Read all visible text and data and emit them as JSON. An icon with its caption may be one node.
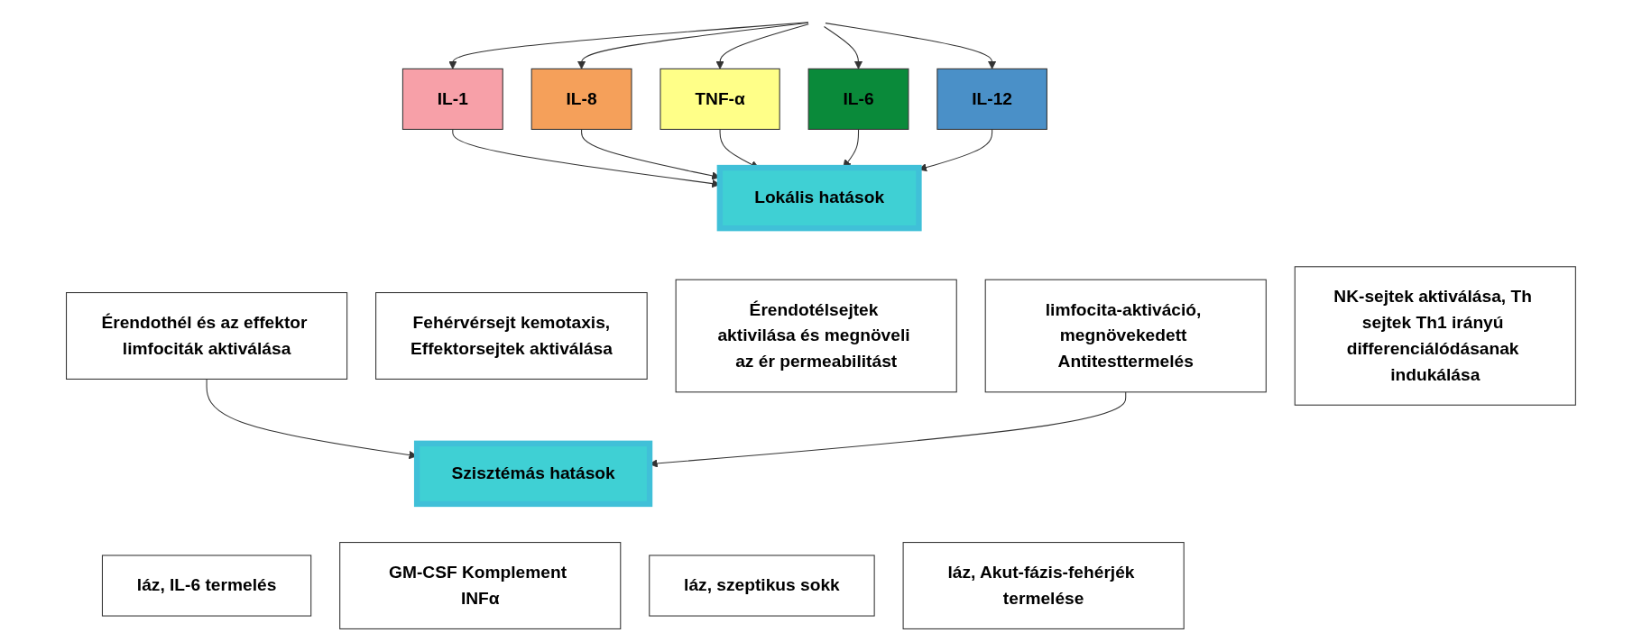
{
  "diagram": {
    "nodes": [
      {
        "text": [
          "IL-1"
        ]
      },
      {
        "text": [
          "IL-8"
        ]
      },
      {
        "text": [
          "TNF-α"
        ]
      },
      {
        "text": [
          "IL-6"
        ]
      },
      {
        "text": [
          "IL-12"
        ]
      },
      {
        "text": [
          "Lokális hatások"
        ]
      },
      {
        "text": [
          "Érendothél és az effektor limfociták aktiválása"
        ]
      },
      {
        "text": [
          "Fehérvérsejt kemotaxis,",
          "Effektorsejtek aktiválása"
        ]
      },
      {
        "text": [
          "Érendotélsejtek aktivilása és megnöveli az ér permeabilitást"
        ]
      },
      {
        "text": [
          "limfocita-aktiváció, megnövekedett Antitesttermelés"
        ]
      },
      {
        "text": [
          "NK-sejtek aktiválása, Th sejtek Th1 irányú differenciálódásanak indukálása"
        ]
      },
      {
        "text": [
          "Szisztémás hatások"
        ]
      },
      {
        "text": [
          "láz, IL-6 termelés"
        ]
      },
      {
        "text": [
          "GM-CSF Komplement INFα"
        ]
      },
      {
        "text": [
          "láz, szeptikus sokk"
        ]
      },
      {
        "text": [
          "láz, Akut-fázis-fehérjék termelése"
        ]
      }
    ],
    "edges": [
      {
        "from": null,
        "to": 0,
        "arrow": "to"
      },
      {
        "from": null,
        "to": 1,
        "arrow": "to"
      },
      {
        "from": null,
        "to": 2,
        "arrow": "to"
      },
      {
        "from": null,
        "to": 3,
        "arrow": "to"
      },
      {
        "from": null,
        "to": 4,
        "arrow": "to"
      },
      {
        "from": 0,
        "to": 5,
        "arrow": "to"
      },
      {
        "from": 1,
        "to": 5,
        "arrow": "to"
      },
      {
        "from": 2,
        "to": 5,
        "arrow": "to"
      },
      {
        "from": 3,
        "to": 5,
        "arrow": "to"
      },
      {
        "from": 4,
        "to": 5,
        "arrow": "to"
      },
      {
        "from": 6,
        "to": 11,
        "arrow": "to"
      },
      {
        "from": 9,
        "to": 11,
        "arrow": "to"
      }
    ]
  }
}
